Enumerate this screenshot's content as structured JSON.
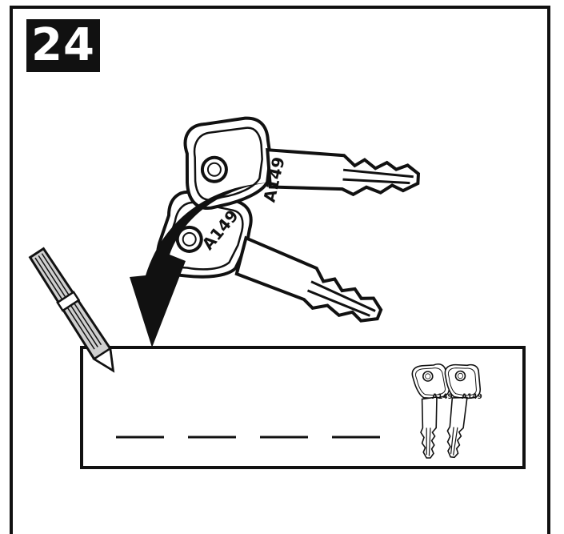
{
  "step_number": "24",
  "key_code": "A149",
  "colors": {
    "ink": "#111111",
    "paper": "#ffffff",
    "pen_body": "#cfcfcf"
  },
  "icons": [
    "pen-icon",
    "arrow-icon",
    "key-icon"
  ],
  "code_blanks": 4
}
